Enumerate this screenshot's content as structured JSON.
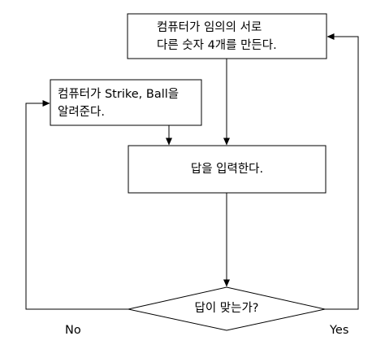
{
  "nodes": {
    "generate": {
      "line1": "컴퓨터가 임의의 서로",
      "line2": "다른 숫자 4개를 만든다."
    },
    "feedback": {
      "line1": "컴퓨터가 Strike, Ball을",
      "line2": "알려준다."
    },
    "input": {
      "text": "답을 입력한다."
    },
    "decision": {
      "text": "답이 맞는가?"
    }
  },
  "branches": {
    "no": "No",
    "yes": "Yes"
  },
  "colors": {
    "stroke": "#000000",
    "fill": "#ffffff",
    "text": "#000000"
  }
}
